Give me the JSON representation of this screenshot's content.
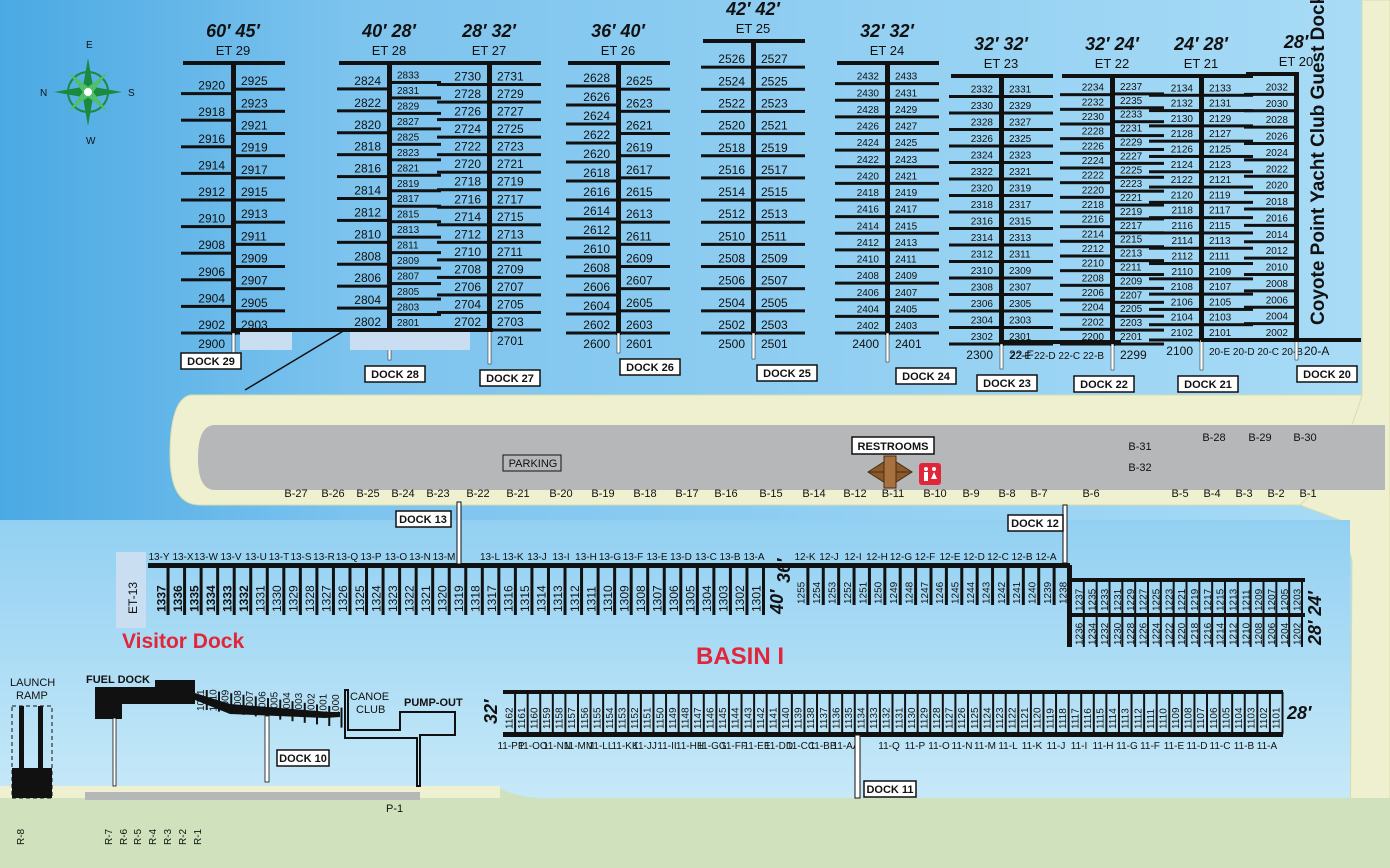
{
  "basin_label": "BASIN I",
  "visitor_dock_label": "Visitor Dock",
  "guest_dock_label": "Coyote Point Yacht Club Guest Dock",
  "parking_label": "PARKING",
  "restrooms_label": "RESTROOMS",
  "launch_ramp_label": "LAUNCH RAMP",
  "fuel_dock_label": "FUEL DOCK",
  "canoe_club_label": "CANOE CLUB",
  "pump_out_label": "PUMP-OUT",
  "p1_label": "P-1",
  "et13_label": "ET-13",
  "compass": {
    "n": "N",
    "s": "S",
    "e": "E",
    "w": "W"
  },
  "colors": {
    "water": "#7fc6ef",
    "land": "#eef0d0",
    "parking": "#b6b7b9",
    "dock": "#111111",
    "accent_red": "#e2263a",
    "grass": "#cfe2bd"
  },
  "docks_top": [
    {
      "name": "DOCK 29",
      "et": "ET 29",
      "len": "60′   45′",
      "left": [
        "2920",
        "2918",
        "2916",
        "2914",
        "2912",
        "2910",
        "2908",
        "2906",
        "2904",
        "2902"
      ],
      "right": [
        "2925",
        "2923",
        "2921",
        "2919",
        "2917",
        "2915",
        "2913",
        "2911",
        "2909",
        "2907",
        "2905",
        "2903"
      ],
      "end": [
        "2900",
        ""
      ]
    },
    {
      "name": "DOCK 28",
      "et": "ET 28",
      "len": "40′  28′",
      "left": [
        "2824",
        "2822",
        "2820",
        "2818",
        "2816",
        "2814",
        "2812",
        "2810",
        "2808",
        "2806",
        "2804",
        "2802"
      ],
      "right": [
        "2833",
        "2831",
        "2829",
        "2827",
        "2825",
        "2823",
        "2821",
        "2819",
        "2817",
        "2815",
        "2813",
        "2811",
        "2809",
        "2807",
        "2805",
        "2803",
        "2801"
      ],
      "end": [
        "",
        ""
      ]
    },
    {
      "name": "DOCK 27",
      "et": "ET 27",
      "len": "28′  32′",
      "left": [
        "2730",
        "2728",
        "2726",
        "2724",
        "2722",
        "2720",
        "2718",
        "2716",
        "2714",
        "2712",
        "2710",
        "2708",
        "2706",
        "2704",
        "2702"
      ],
      "right": [
        "2731",
        "2729",
        "2727",
        "2725",
        "2723",
        "2721",
        "2719",
        "2717",
        "2715",
        "2713",
        "2711",
        "2709",
        "2707",
        "2705",
        "2703"
      ],
      "end": [
        "",
        "2701"
      ]
    },
    {
      "name": "DOCK 26",
      "et": "ET 26",
      "len": "36′  40′",
      "left": [
        "2628",
        "2626",
        "2624",
        "2622",
        "2620",
        "2618",
        "2616",
        "2614",
        "2612",
        "2610",
        "2608",
        "2606",
        "2604",
        "2602"
      ],
      "right": [
        "2625",
        "2623",
        "2621",
        "2619",
        "2617",
        "2615",
        "2613",
        "2611",
        "2609",
        "2607",
        "2605",
        "2603"
      ],
      "end": [
        "2600",
        "2601"
      ]
    },
    {
      "name": "DOCK 25",
      "et": "ET 25",
      "len": "42′  42′",
      "left": [
        "2526",
        "2524",
        "2522",
        "2520",
        "2518",
        "2516",
        "2514",
        "2512",
        "2510",
        "2508",
        "2506",
        "2504",
        "2502"
      ],
      "right": [
        "2527",
        "2525",
        "2523",
        "2521",
        "2519",
        "2517",
        "2515",
        "2513",
        "2511",
        "2509",
        "2507",
        "2505",
        "2503"
      ],
      "end": [
        "2500",
        "2501"
      ]
    },
    {
      "name": "DOCK 24",
      "et": "ET 24",
      "len": "32′  32′",
      "left": [
        "2432",
        "2430",
        "2428",
        "2426",
        "2424",
        "2422",
        "2420",
        "2418",
        "2416",
        "2414",
        "2412",
        "2410",
        "2408",
        "2406",
        "2404",
        "2402"
      ],
      "right": [
        "2433",
        "2431",
        "2429",
        "2427",
        "2425",
        "2423",
        "2421",
        "2419",
        "2417",
        "2415",
        "2413",
        "2411",
        "2409",
        "2407",
        "2405",
        "2403"
      ],
      "end": [
        "2400",
        "2401"
      ]
    },
    {
      "name": "DOCK 23",
      "et": "ET 23",
      "len": "32′  32′",
      "left": [
        "2332",
        "2330",
        "2328",
        "2326",
        "2324",
        "2322",
        "2320",
        "2318",
        "2316",
        "2314",
        "2312",
        "2310",
        "2308",
        "2306",
        "2304",
        "2302"
      ],
      "right": [
        "2331",
        "2329",
        "2327",
        "2325",
        "2323",
        "2321",
        "2319",
        "2317",
        "2315",
        "2313",
        "2311",
        "2309",
        "2307",
        "2305",
        "2303",
        "2301"
      ],
      "end": [
        "2300",
        "22-F"
      ]
    },
    {
      "name": "DOCK 22",
      "et": "ET 22",
      "len": "32′  24′",
      "left": [
        "2234",
        "2232",
        "2230",
        "2228",
        "2226",
        "2224",
        "2222",
        "2220",
        "2218",
        "2216",
        "2214",
        "2212",
        "2210",
        "2208",
        "2206",
        "2204",
        "2202",
        "2200"
      ],
      "right": [
        "2237",
        "2235",
        "2233",
        "2231",
        "2229",
        "2227",
        "2225",
        "2223",
        "2221",
        "2219",
        "2217",
        "2215",
        "2213",
        "2211",
        "2209",
        "2207",
        "2205",
        "2203",
        "2201"
      ],
      "end": [
        "22-E 22-D 22-C 22-B",
        "2299"
      ]
    },
    {
      "name": "DOCK 21",
      "et": "ET 21",
      "len": "24′  28′",
      "left": [
        "2134",
        "2132",
        "2130",
        "2128",
        "2126",
        "2124",
        "2122",
        "2120",
        "2118",
        "2116",
        "2114",
        "2112",
        "2110",
        "2108",
        "2106",
        "2104",
        "2102"
      ],
      "right": [
        "2133",
        "2131",
        "2129",
        "2127",
        "2125",
        "2123",
        "2121",
        "2119",
        "2117",
        "2115",
        "2113",
        "2111",
        "2109",
        "2107",
        "2105",
        "2103",
        "2101"
      ],
      "end": [
        "2100",
        "20-E 20-D 20-C 20-B"
      ]
    },
    {
      "name": "DOCK 20",
      "et": "ET 20",
      "len": "28′",
      "left": [
        "2032",
        "2030",
        "2028",
        "2026",
        "2024",
        "2022",
        "2020",
        "2018",
        "2016",
        "2014",
        "2012",
        "2010",
        "2008",
        "2006",
        "2004",
        "2002"
      ],
      "right": [],
      "end": [
        "",
        "20-A"
      ]
    }
  ],
  "b_labels": [
    "B-27",
    "B-26",
    "B-25",
    "B-24",
    "B-23",
    "B-22",
    "B-21",
    "B-20",
    "B-19",
    "B-18",
    "B-17",
    "B-16",
    "B-15",
    "B-14",
    "B-12",
    "B-11",
    "B-10",
    "B-9",
    "B-8",
    "B-7",
    "B-6",
    "B-5",
    "B-4",
    "B-3",
    "B-2",
    "B-1"
  ],
  "b_upper": [
    "B-31",
    "B-32",
    "B-28",
    "B-29",
    "B-30"
  ],
  "dock13": {
    "name": "DOCK 13",
    "letters": [
      "13-Y",
      "13-X",
      "13-W",
      "13-V",
      "13-U",
      "13-T",
      "13-S",
      "13-R",
      "13-Q",
      "13-P",
      "13-O",
      "13-N",
      "13-M",
      "",
      "13-L",
      "13-K",
      "13-J",
      "13-I",
      "13-H",
      "13-G",
      "13-F",
      "13-E",
      "13-D",
      "13-C",
      "13-B",
      "13-A"
    ],
    "visitor": [
      "1337",
      "1336",
      "1335",
      "1334",
      "1333",
      "1332"
    ],
    "slips": [
      "1331",
      "1330",
      "1329",
      "1328",
      "1327",
      "1326",
      "1325",
      "1324",
      "1323",
      "1322",
      "1321",
      "1320",
      "1319",
      "1318",
      "1317",
      "1316",
      "1315",
      "1314",
      "1313",
      "1312",
      "1311",
      "1310",
      "1309",
      "1308",
      "1307",
      "1306",
      "1305",
      "1304",
      "1303",
      "1302",
      "1301"
    ],
    "len": "40′"
  },
  "dock12": {
    "name": "DOCK 12",
    "letters": [
      "12-K",
      "12-J",
      "12-I",
      "12-H",
      "12-G",
      "12-F",
      "12-E",
      "12-D",
      "12-C",
      "12-B",
      "12-A"
    ],
    "top": [
      "1255",
      "1254",
      "1253",
      "1252",
      "1251",
      "1250",
      "1249",
      "1248",
      "1247",
      "1246",
      "1245",
      "1244",
      "1243",
      "1242",
      "1241",
      "1240",
      "1239",
      "1238"
    ],
    "row_upper": [
      "1237",
      "1235",
      "1233",
      "1231",
      "1229",
      "1227",
      "1225",
      "1223",
      "1221",
      "1219",
      "1217",
      "1215",
      "1213",
      "1211",
      "1209",
      "1207",
      "1205",
      "1203"
    ],
    "row_lower": [
      "1236",
      "1234",
      "1232",
      "1230",
      "1228",
      "1226",
      "1224",
      "1222",
      "1220",
      "1218",
      "1216",
      "1214",
      "1212",
      "1210",
      "1208",
      "1206",
      "1204",
      "1202"
    ],
    "len_top": "36′",
    "len_right": "28′ 24′"
  },
  "dock11": {
    "name": "DOCK 11",
    "slips": [
      "1162",
      "1161",
      "1160",
      "1159",
      "1158",
      "1157",
      "1156",
      "1155",
      "1154",
      "1153",
      "1152",
      "1151",
      "1150",
      "1149",
      "1148",
      "1147",
      "1146",
      "1145",
      "1144",
      "1143",
      "1142",
      "1141",
      "1140",
      "1139",
      "1138",
      "1137",
      "1136",
      "1135",
      "1134",
      "1133",
      "1132",
      "1131",
      "1130",
      "1129",
      "1128",
      "1127",
      "1126",
      "1125",
      "1124",
      "1123",
      "1122",
      "1121",
      "1120",
      "1119",
      "1118",
      "1117",
      "1116",
      "1115",
      "1114",
      "1113",
      "1112",
      "1111",
      "1110",
      "1109",
      "1108",
      "1107",
      "1106",
      "1105",
      "1104",
      "1103",
      "1102",
      "1101"
    ],
    "letters": [
      "11-PP",
      "11-OO",
      "11-NN",
      "11-MM",
      "11-LL",
      "11-KK",
      "11-JJ",
      "11-II",
      "11-HH",
      "11-GG",
      "11-FF",
      "11-EE",
      "11-DD",
      "11-CC",
      "11-BB",
      "11-AA",
      "11-Q",
      "11-P",
      "11-O",
      "11-N",
      "11-M",
      "11-L",
      "11-K",
      "11-J",
      "11-I",
      "11-H",
      "11-G",
      "11-F",
      "11-E",
      "11-D",
      "11-C",
      "11-B",
      "11-A"
    ],
    "len_left": "32′",
    "len_right": "28′"
  },
  "dock10": {
    "name": "DOCK 10",
    "slips": [
      "1011",
      "1010",
      "1009",
      "1008",
      "1007",
      "1006",
      "1005",
      "1004",
      "1003",
      "1002",
      "1001",
      "1000"
    ]
  },
  "ramp_labels": [
    "R-8",
    "R-7",
    "R-6",
    "R-5",
    "R-4",
    "R-3",
    "R-2",
    "R-1"
  ]
}
